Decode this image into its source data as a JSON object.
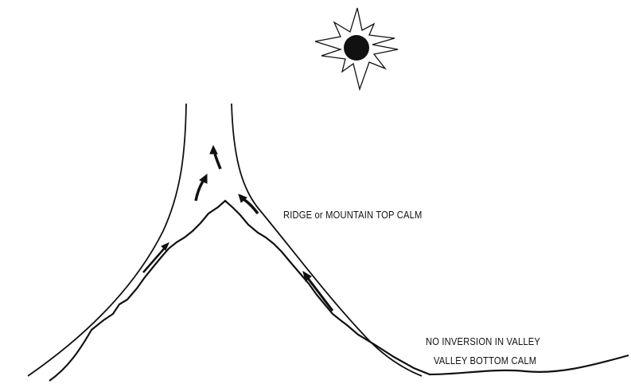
{
  "labels": {
    "ridge": "RIDGE or MOUNTAIN TOP CALM",
    "no_inversion": "NO INVERSION IN VALLEY",
    "valley_bottom": "VALLEY BOTTOM CALM"
  },
  "colors": {
    "ink": "#111111",
    "background": "#ffffff"
  },
  "icons": {
    "sun": "sun-icon",
    "arrows": "upslope-wind-arrow"
  }
}
